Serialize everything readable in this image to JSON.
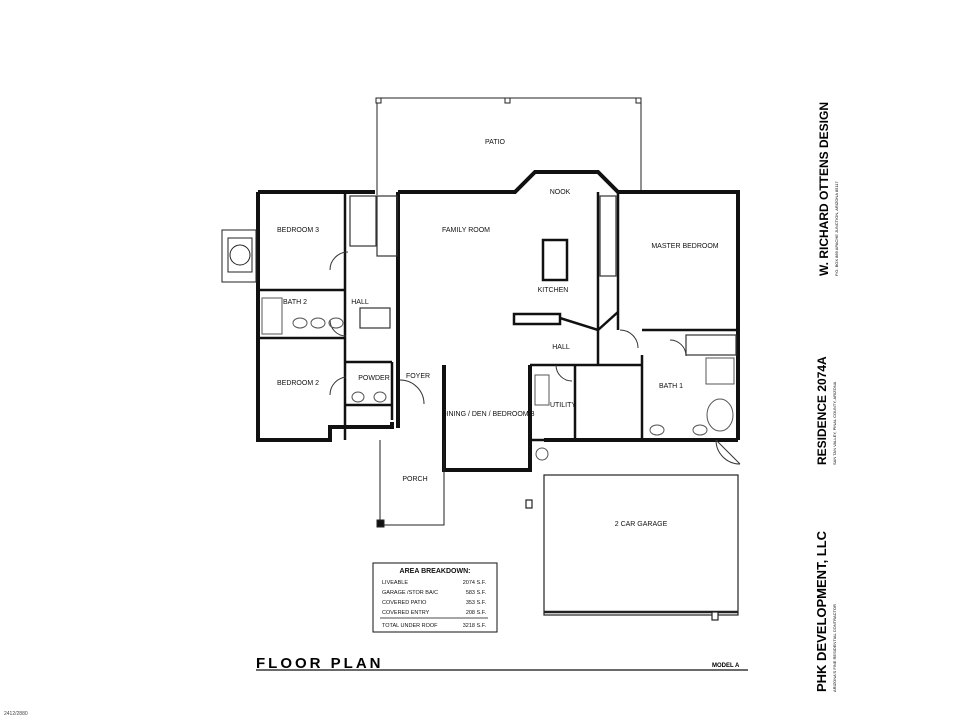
{
  "title": "FLOOR PLAN",
  "model": "MODEL A",
  "scan_stamp": "2412/2880",
  "rooms": {
    "patio": "PATIO",
    "nook": "NOOK",
    "family_room": "FAMILY ROOM",
    "kitchen": "KITCHEN",
    "master_bedroom": "MASTER BEDROOM",
    "bedroom3": "BEDROOM 3",
    "bath2": "BATH 2",
    "hall_left": "HALL",
    "hall_center": "HALL",
    "bedroom2": "BEDROOM 2",
    "powder": "POWDER",
    "foyer": "FOYER",
    "dining": "DINING / DEN / BEDROOM 3",
    "utility": "UTILITY",
    "bath1": "BATH 1",
    "porch": "PORCH",
    "garage": "2 CAR GARAGE"
  },
  "area_breakdown": {
    "heading": "AREA BREAKDOWN:",
    "rows": [
      {
        "label": "LIVEABLE",
        "value": "2074 S.F."
      },
      {
        "label": "GARAGE /STOR BA/C",
        "value": "583 S.F."
      },
      {
        "label": "COVERED PATIO",
        "value": "353 S.F."
      },
      {
        "label": "COVERED ENTRY",
        "value": "208 S.F."
      },
      {
        "label": "TOTAL UNDER ROOF",
        "value": "3218 S.F."
      }
    ]
  },
  "side_titles": {
    "designer": "W. RICHARD OTTENS DESIGN",
    "designer_sub": "P.O. BOX 889 APACHE JUNCTION, ARIZONA 85117",
    "residence": "RESIDENCE 2074A",
    "residence_sub": "SAN TAN VALLEY, PINAL COUNTY, ARIZONA",
    "developer": "PHK DEVELOPMENT, LLC",
    "developer_sub": "ARIZONA'S FINE RESIDENTIAL CONTRACTOR"
  }
}
